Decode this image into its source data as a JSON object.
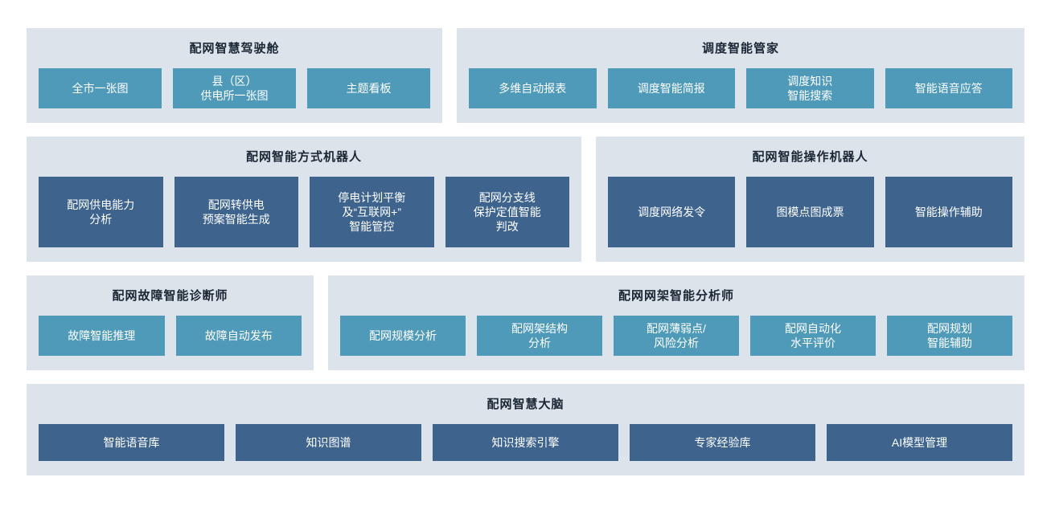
{
  "colors": {
    "panel_bg": "#dde3eb",
    "teal_tile": "#4f9ab8",
    "dark_tile": "#3e648e",
    "title_text": "#1a2633",
    "tile_text": "#ffffff",
    "page_bg": "#ffffff"
  },
  "panels": [
    {
      "title": "配网智慧驾驶舱",
      "style": "teal",
      "tiles": [
        "全市一张图",
        "县（区）\n供电所一张图",
        "主题看板"
      ]
    },
    {
      "title": "调度智能管家",
      "style": "teal",
      "tiles": [
        "多维自动报表",
        "调度智能简报",
        "调度知识\n智能搜索",
        "智能语音应答"
      ]
    },
    {
      "title": "配网智能方式机器人",
      "style": "dark",
      "tiles": [
        "配网供电能力\n分析",
        "配网转供电\n预案智能生成",
        "停电计划平衡\n及“互联网+”\n智能管控",
        "配网分支线\n保护定值智能\n判改"
      ]
    },
    {
      "title": "配网智能操作机器人",
      "style": "dark",
      "tiles": [
        "调度网络发令",
        "图模点图成票",
        "智能操作辅助"
      ]
    },
    {
      "title": "配网故障智能诊断师",
      "style": "teal",
      "tiles": [
        "故障智能推理",
        "故障自动发布"
      ]
    },
    {
      "title": "配网网架智能分析师",
      "style": "teal",
      "tiles": [
        "配网规模分析",
        "配网架结构\n分析",
        "配网薄弱点/\n风险分析",
        "配网自动化\n水平评价",
        "配网规划\n智能辅助"
      ]
    },
    {
      "title": "配网智慧大脑",
      "style": "dark",
      "tiles": [
        "智能语音库",
        "知识图谱",
        "知识搜索引擎",
        "专家经验库",
        "AI模型管理"
      ]
    }
  ]
}
